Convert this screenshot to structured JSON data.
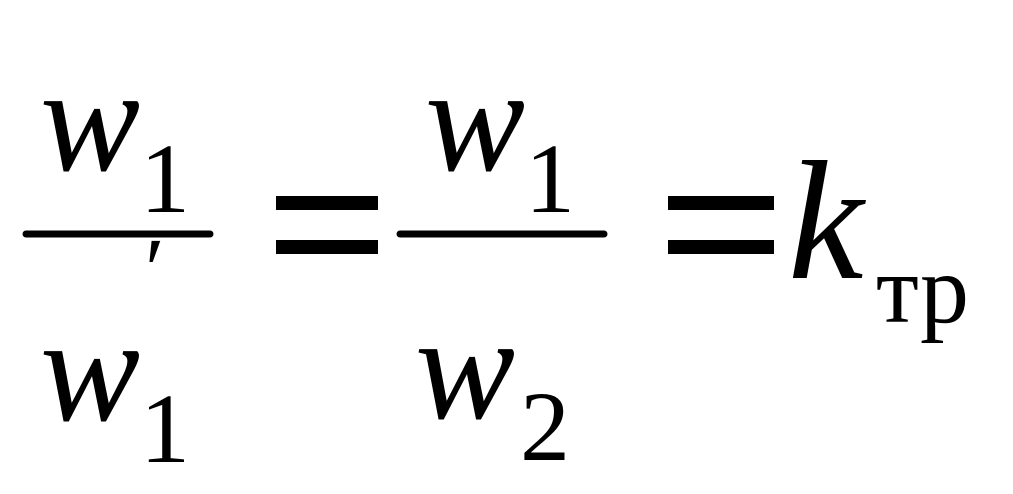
{
  "formula": {
    "frac1": {
      "num_var": "w",
      "num_sub": "1",
      "den_var": "w",
      "den_sub": "1",
      "den_prime": "′"
    },
    "frac2": {
      "num_var": "w",
      "num_sub": "1",
      "den_var": "w",
      "den_sub": "2"
    },
    "result": {
      "var": "k",
      "sub": "тр"
    }
  }
}
